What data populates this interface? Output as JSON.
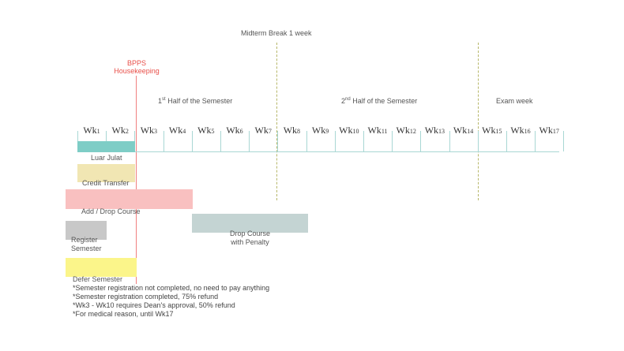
{
  "title": "Midterm Break 1 week",
  "bpps": {
    "line1": "BPPS",
    "line2": "Housekeeping",
    "color": "#e8504a"
  },
  "halves": {
    "first_pre": "1",
    "first_sup": "st",
    "first_post": " Half of the Semester",
    "second_pre": "2",
    "second_sup": "nd",
    "second_post": " Half of the Semester",
    "exam": "Exam week"
  },
  "weeks": [
    "1",
    "2",
    "3",
    "4",
    "5",
    "6",
    "7",
    "8",
    "9",
    "10",
    "11",
    "12",
    "13",
    "14",
    "15",
    "16",
    "17"
  ],
  "week_prefix": "Wk",
  "activities": {
    "luar_julat": {
      "label": "Luar Julat",
      "color": "#7ecdc6"
    },
    "credit_transfer": {
      "label": "Credit Transfer",
      "color": "#f1e6b3"
    },
    "add_drop": {
      "label": "Add / Drop Course",
      "color": "#f9c0c0"
    },
    "register": {
      "line1": "Register",
      "line2": "Semester",
      "color": "#c8c8c8"
    },
    "drop_penalty": {
      "line1": "Drop Course",
      "line2": "with Penalty",
      "color": "#c4d4d3"
    },
    "defer": {
      "label": "Defer Semester",
      "color": "#fbf58a"
    }
  },
  "notes": [
    "*Semester registration not completed, no need to pay anything",
    "*Semester registration completed, 75% refund",
    "*Wk3 - Wk10 requires Dean's approval, 50% refund",
    "*For medical reason, until Wk17"
  ]
}
